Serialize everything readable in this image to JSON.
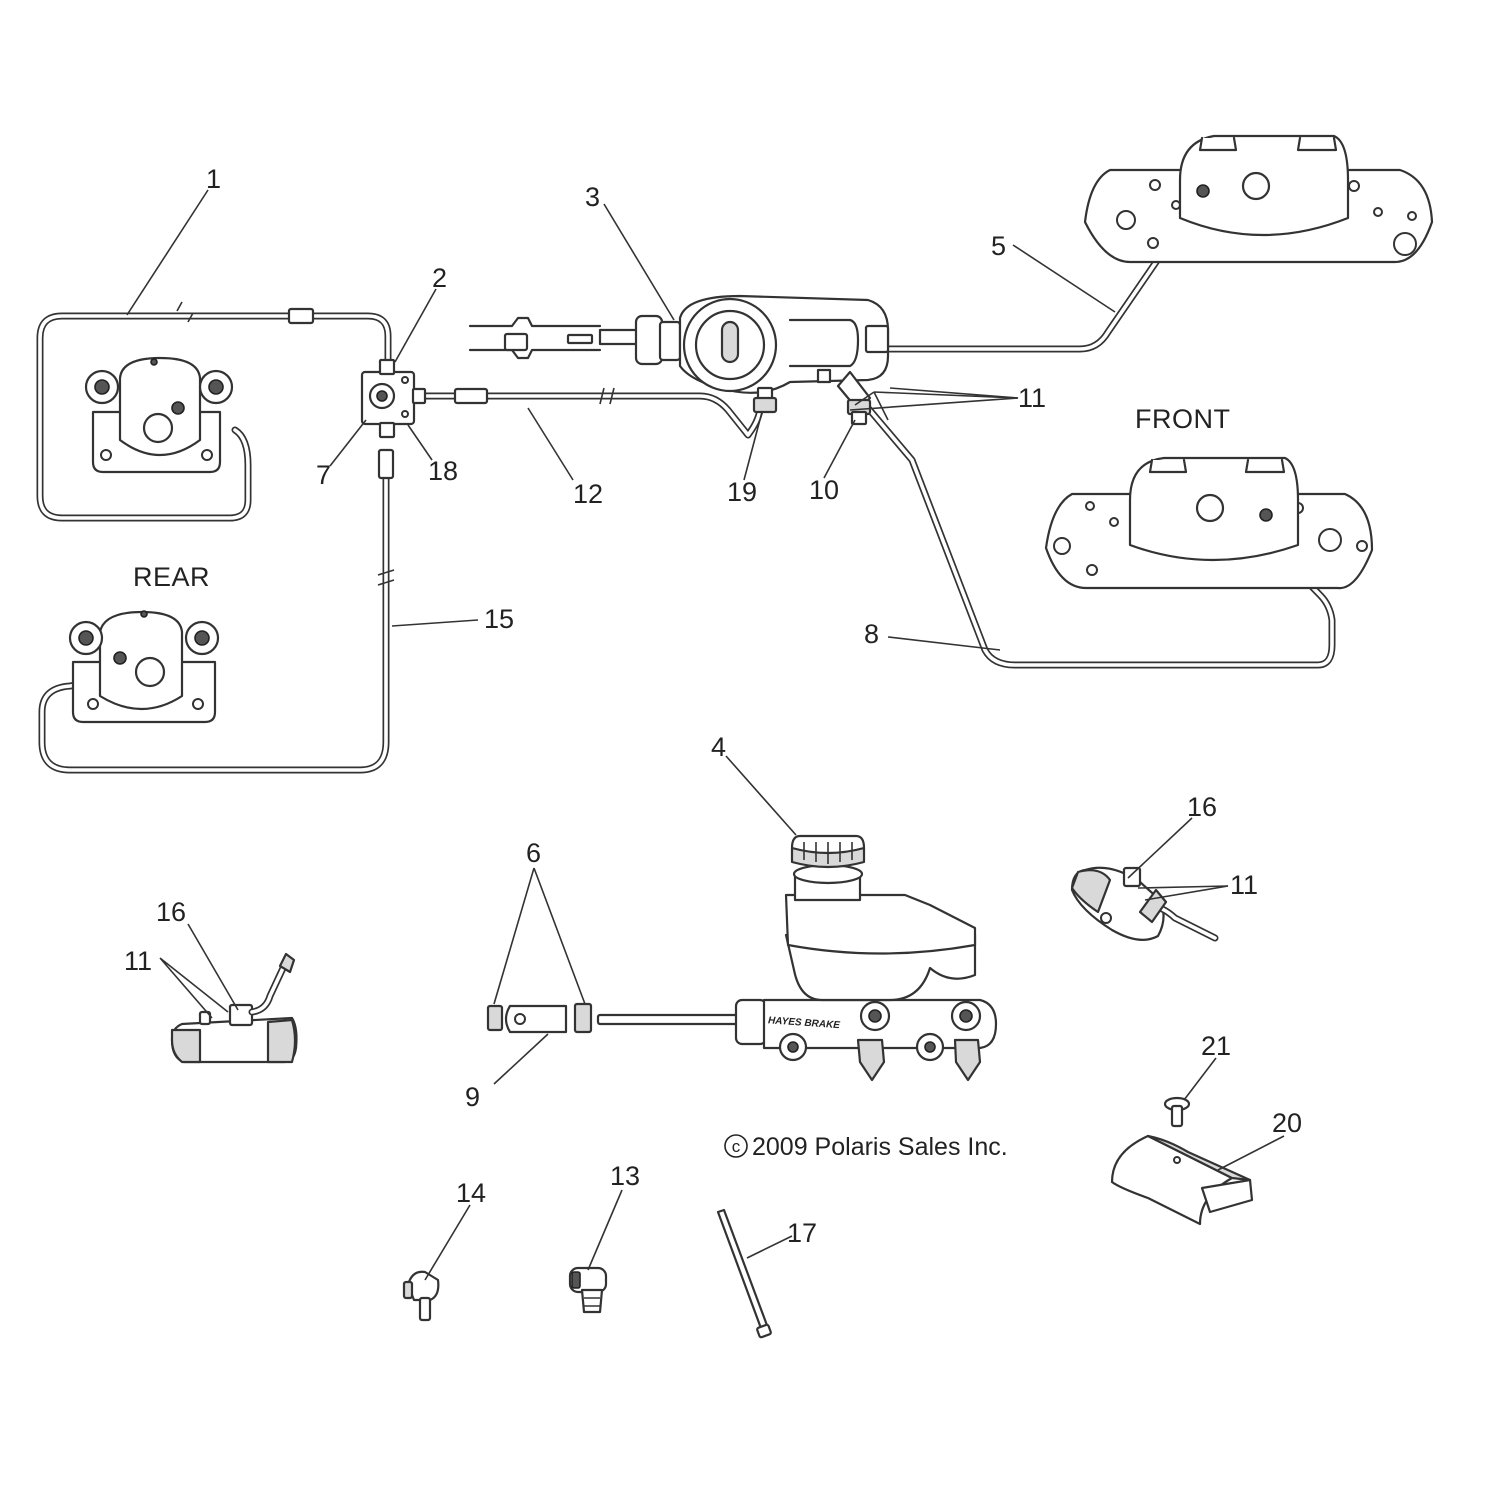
{
  "diagram": {
    "sections": {
      "rear": "REAR",
      "front": "FRONT"
    },
    "copyright": "c 2009 Polaris Sales Inc.",
    "copyright_symbol_letter": "c",
    "copyright_text": "2009 Polaris Sales Inc.",
    "master_cylinder_branding": "HAYES BRAKE",
    "callouts": {
      "c1": "1",
      "c2": "2",
      "c3": "3",
      "c4": "4",
      "c5": "5",
      "c6": "6",
      "c7": "7",
      "c8": "8",
      "c9": "9",
      "c10": "10",
      "c11_top": "11",
      "c11_mid": "11",
      "c11_left": "11",
      "c12": "12",
      "c13": "13",
      "c14": "14",
      "c15": "15",
      "c16_right": "16",
      "c16_left": "16",
      "c17": "17",
      "c18": "18",
      "c19": "19",
      "c20": "20",
      "c21": "21"
    }
  }
}
